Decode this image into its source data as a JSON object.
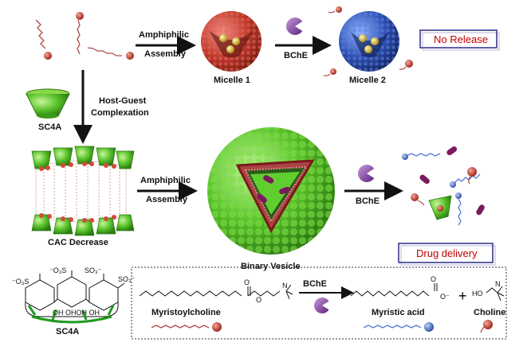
{
  "labels": {
    "amphiphilic_top": "Amphiphilic",
    "assembly_top": "Assembly",
    "bche_top": "BChE",
    "micelle1": "Micelle 1",
    "micelle2": "Micelle 2",
    "no_release": "No Release",
    "host_guest_1": "Host-Guest",
    "host_guest_2": "Complexation",
    "sc4a_top": "SC4A",
    "cac_decrease": "CAC Decrease",
    "amphiphilic_mid": "Amphiphilic",
    "assembly_mid": "Assembly",
    "binary_vesicle": "Binary Vesicle",
    "bche_mid": "BChE",
    "drug_delivery": "Drug delivery",
    "sc4a_bottom": "SC4A",
    "myristoylcholine": "Myristoylcholine",
    "bche_bottom": "BChE",
    "myristic_acid": "Myristic acid",
    "plus": "+",
    "choline": "Choline"
  },
  "chem": {
    "so3_1": "⁻O₃S",
    "so3_2": "⁻O₃S",
    "so3_3": "SO₃⁻",
    "so3_4": "SO₃⁻",
    "oh_group": "OH OHOH OH",
    "ester_o": "O",
    "ester_o2": "O",
    "n_plus_1": "N",
    "acid_o": "O",
    "acid_o2": "O⁻",
    "choline_ho": "HO",
    "n_plus_2": "N"
  },
  "colors": {
    "red_micelle": "#c0392b",
    "blue_micelle": "#2e4fb0",
    "green": "#58c22a",
    "purple": "#8e44ad",
    "red_text": "#c00000"
  }
}
